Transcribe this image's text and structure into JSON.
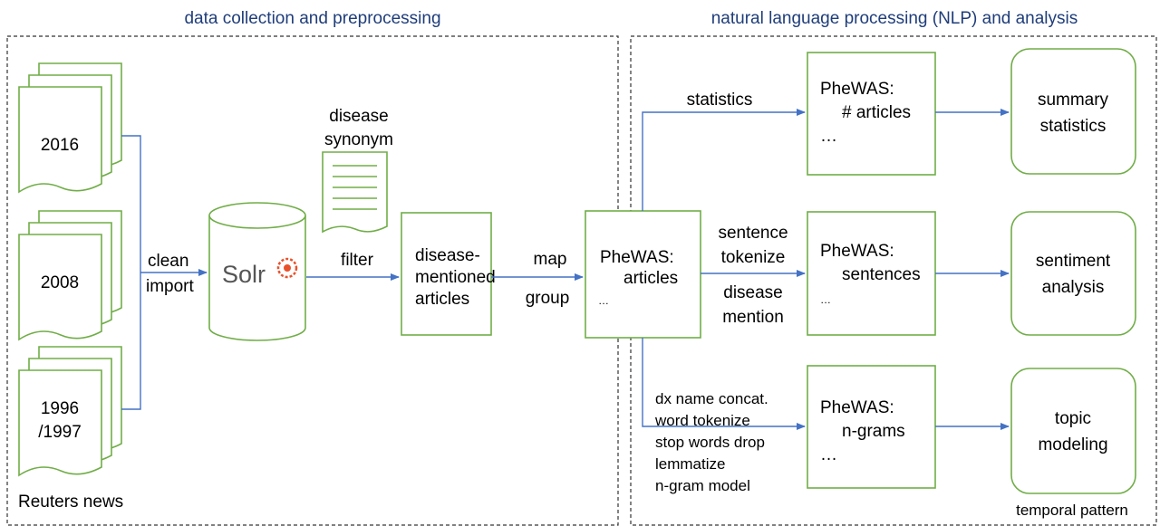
{
  "headers": {
    "left": "data collection and preprocessing",
    "right": "natural language processing (NLP) and analysis"
  },
  "sources": {
    "years": [
      "2016",
      "2008",
      "1996",
      "/1997"
    ],
    "caption": "Reuters news"
  },
  "steps": {
    "clean": "clean",
    "import": "import",
    "solr": "Solr",
    "disease_synonym": [
      "disease",
      "synonym"
    ],
    "filter": "filter",
    "disease_mentioned": [
      "disease-",
      "mentioned",
      "articles"
    ],
    "map": "map",
    "group": "group",
    "phewas_articles": [
      "PheWAS:",
      "articles",
      "…"
    ]
  },
  "branches": {
    "statistics": "statistics",
    "sentence_ops": [
      "sentence",
      "tokenize",
      "disease",
      "mention"
    ],
    "ngram_ops": [
      "dx name concat.",
      "word tokenize",
      "stop words drop",
      "lemmatize",
      "n-gram model"
    ]
  },
  "outputs": {
    "count_box": [
      "PheWAS:",
      "# articles",
      "…"
    ],
    "sentence_box": [
      "PheWAS:",
      "sentences",
      "…"
    ],
    "ngram_box": [
      "PheWAS:",
      "n-grams",
      "…"
    ],
    "summary": [
      "summary",
      "statistics"
    ],
    "sentiment": [
      "sentiment",
      "analysis"
    ],
    "topic": [
      "topic",
      "modeling"
    ],
    "temporal": "temporal pattern"
  },
  "colors": {
    "box_border": "#70ad47",
    "arrow": "#4472c4",
    "header": "#1f3d7a",
    "solr_logo": "#e8512b"
  }
}
